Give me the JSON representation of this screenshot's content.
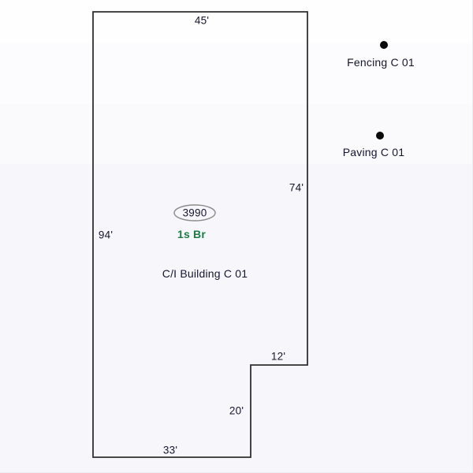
{
  "canvas": {
    "building": {
      "area_number": "3990",
      "story_height": "1s Br",
      "label": "C/I Building C 01",
      "dimensions": {
        "top": "45'",
        "right": "74'",
        "left": "94'",
        "step_top": "12'",
        "step_right": "20'",
        "bottom": "33'"
      }
    },
    "symbols": [
      {
        "label": "Fencing C 01"
      },
      {
        "label": "Paving C 01"
      }
    ]
  },
  "colors": {
    "outline": "#2f2f2f",
    "dimension_text": "#15152e",
    "story_text": "#1f7a45",
    "area_ellipse_stroke": "#8c8c8c",
    "symbol_marker": "#0a0a0a",
    "background_top": "#fefefe",
    "background_bottom": "#f7f7fb"
  }
}
